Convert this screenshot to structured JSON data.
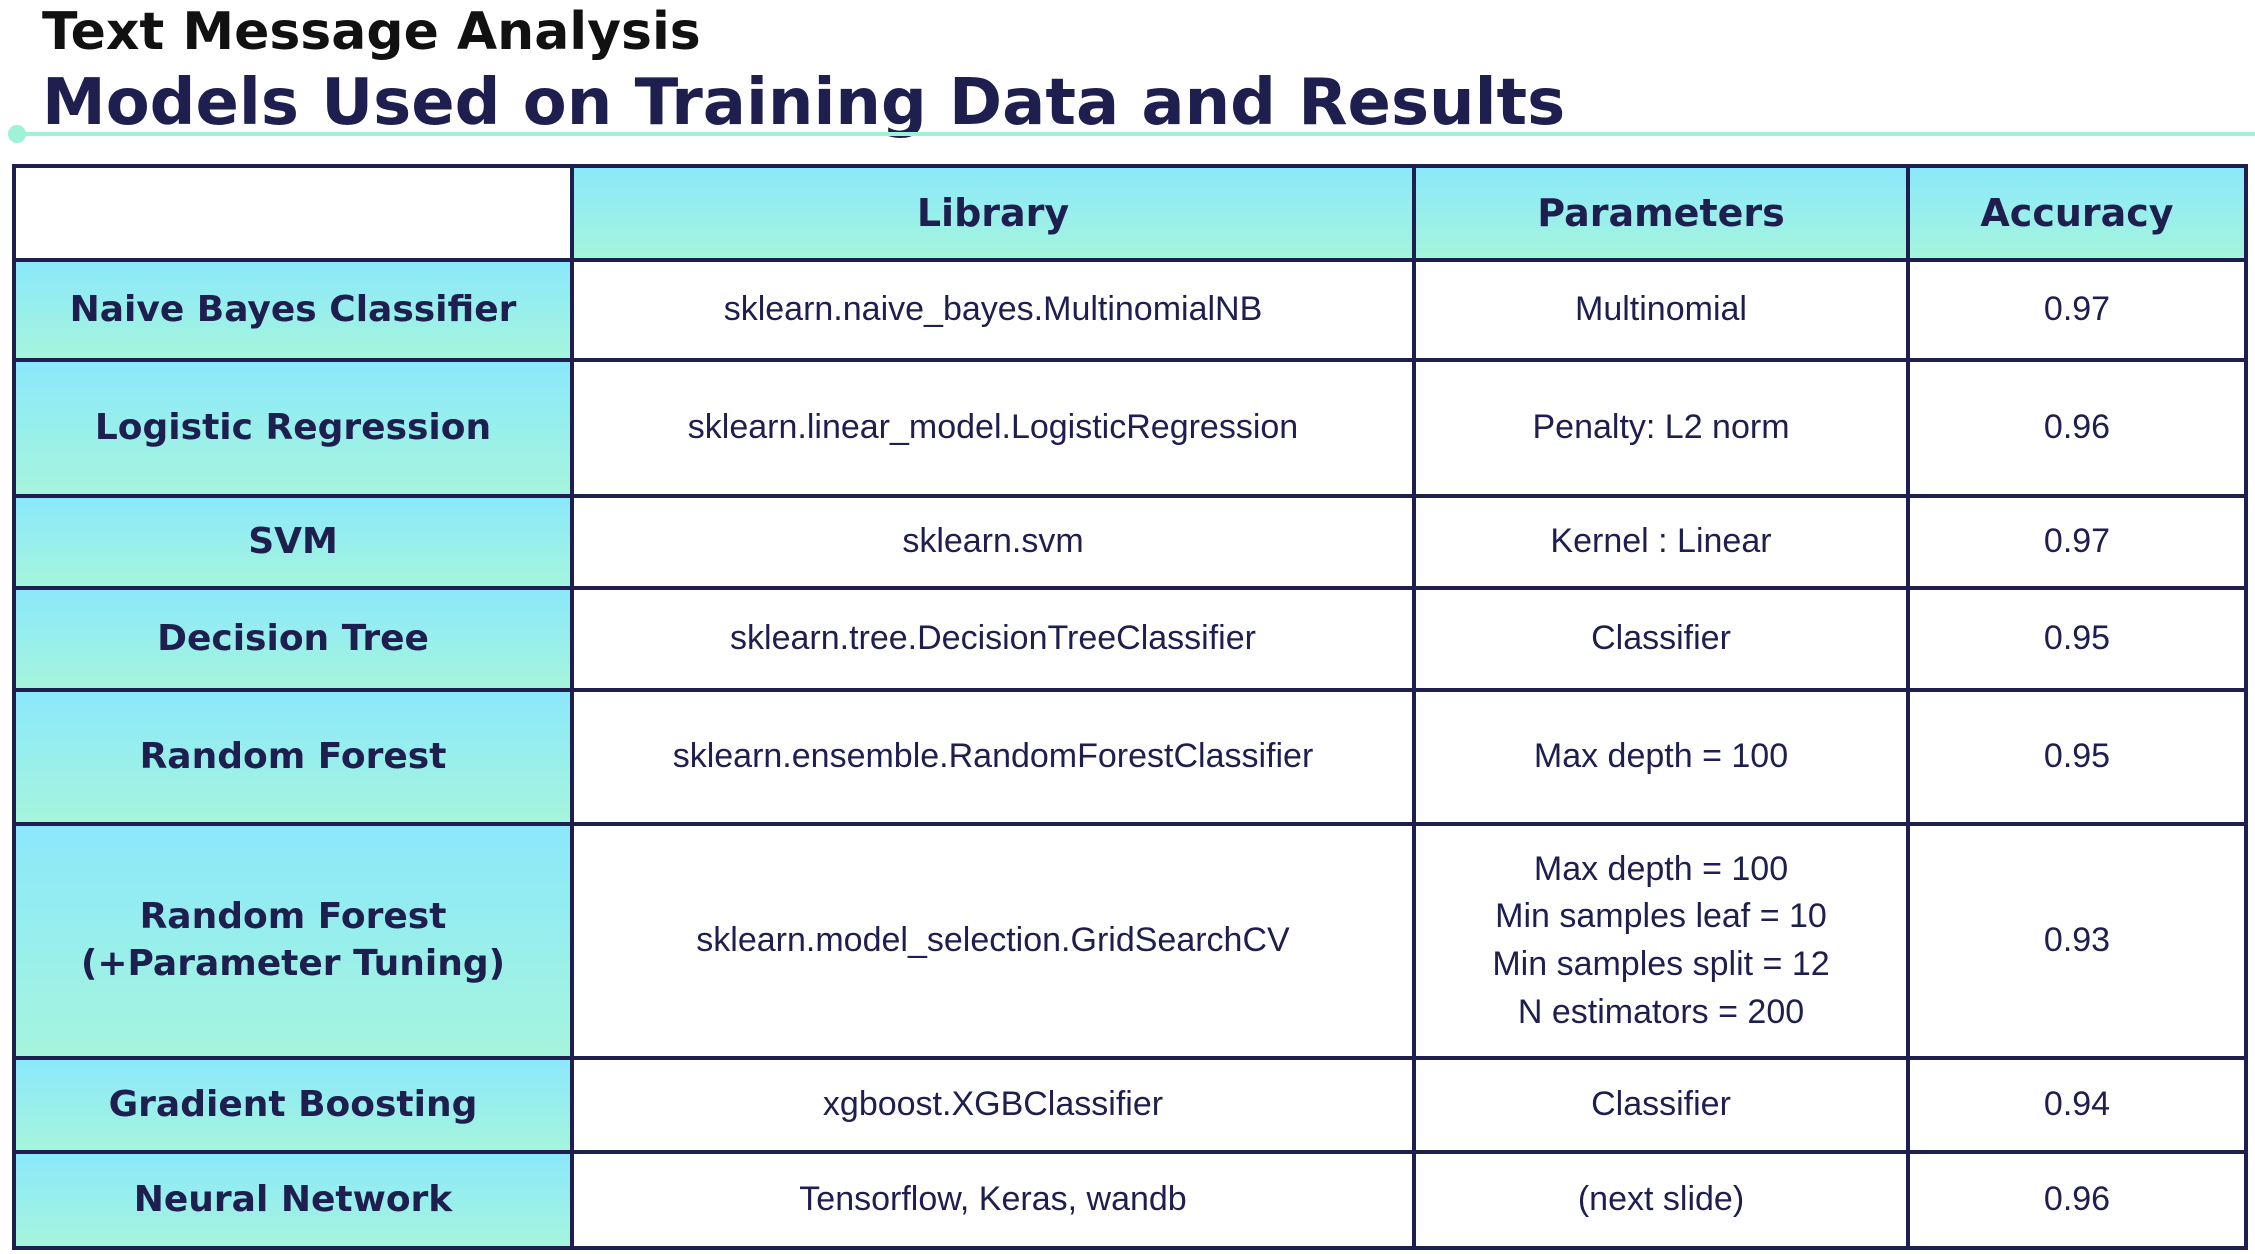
{
  "slide": {
    "title": "Text Message Analysis",
    "subtitle": "Models Used on Training Data and Results"
  },
  "table": {
    "headers": {
      "corner": "",
      "library": "Library",
      "parameters": "Parameters",
      "accuracy": "Accuracy"
    },
    "rows": [
      {
        "model": "Naive Bayes Classifier",
        "library": "sklearn.naive_bayes.MultinomialNB",
        "parameters": [
          "Multinomial"
        ],
        "accuracy": "0.97"
      },
      {
        "model": "Logistic Regression",
        "library": "sklearn.linear_model.LogisticRegression",
        "parameters": [
          "Penalty: L2 norm"
        ],
        "accuracy": "0.96"
      },
      {
        "model": "SVM",
        "library": "sklearn.svm",
        "parameters": [
          "Kernel : Linear"
        ],
        "accuracy": "0.97"
      },
      {
        "model": "Decision Tree",
        "library": "sklearn.tree.DecisionTreeClassifier",
        "parameters": [
          "Classifier"
        ],
        "accuracy": "0.95"
      },
      {
        "model": "Random Forest",
        "library": "sklearn.ensemble.RandomForestClassifier",
        "parameters": [
          "Max depth = 100"
        ],
        "accuracy": "0.95"
      },
      {
        "model": "Random Forest (+Parameter Tuning)",
        "library": "sklearn.model_selection.GridSearchCV",
        "parameters": [
          "Max depth = 100",
          "Min samples leaf = 10",
          "Min samples split = 12",
          "N estimators = 200"
        ],
        "accuracy": "0.93"
      },
      {
        "model": "Gradient Boosting",
        "library": "xgboost.XGBClassifier",
        "parameters": [
          "Classifier"
        ],
        "accuracy": "0.94"
      },
      {
        "model": "Neural Network",
        "library": "Tensorflow, Keras, wandb",
        "parameters": [
          "(next slide)"
        ],
        "accuracy": "0.96"
      }
    ]
  },
  "colors": {
    "header_gradient_top": "#8be8fb",
    "header_gradient_bottom": "#a5f5dc",
    "border": "#1e1e4f",
    "accent_line": "#9ef2d6",
    "title_text": "#111111",
    "subtitle_text": "#1e1e4f"
  }
}
